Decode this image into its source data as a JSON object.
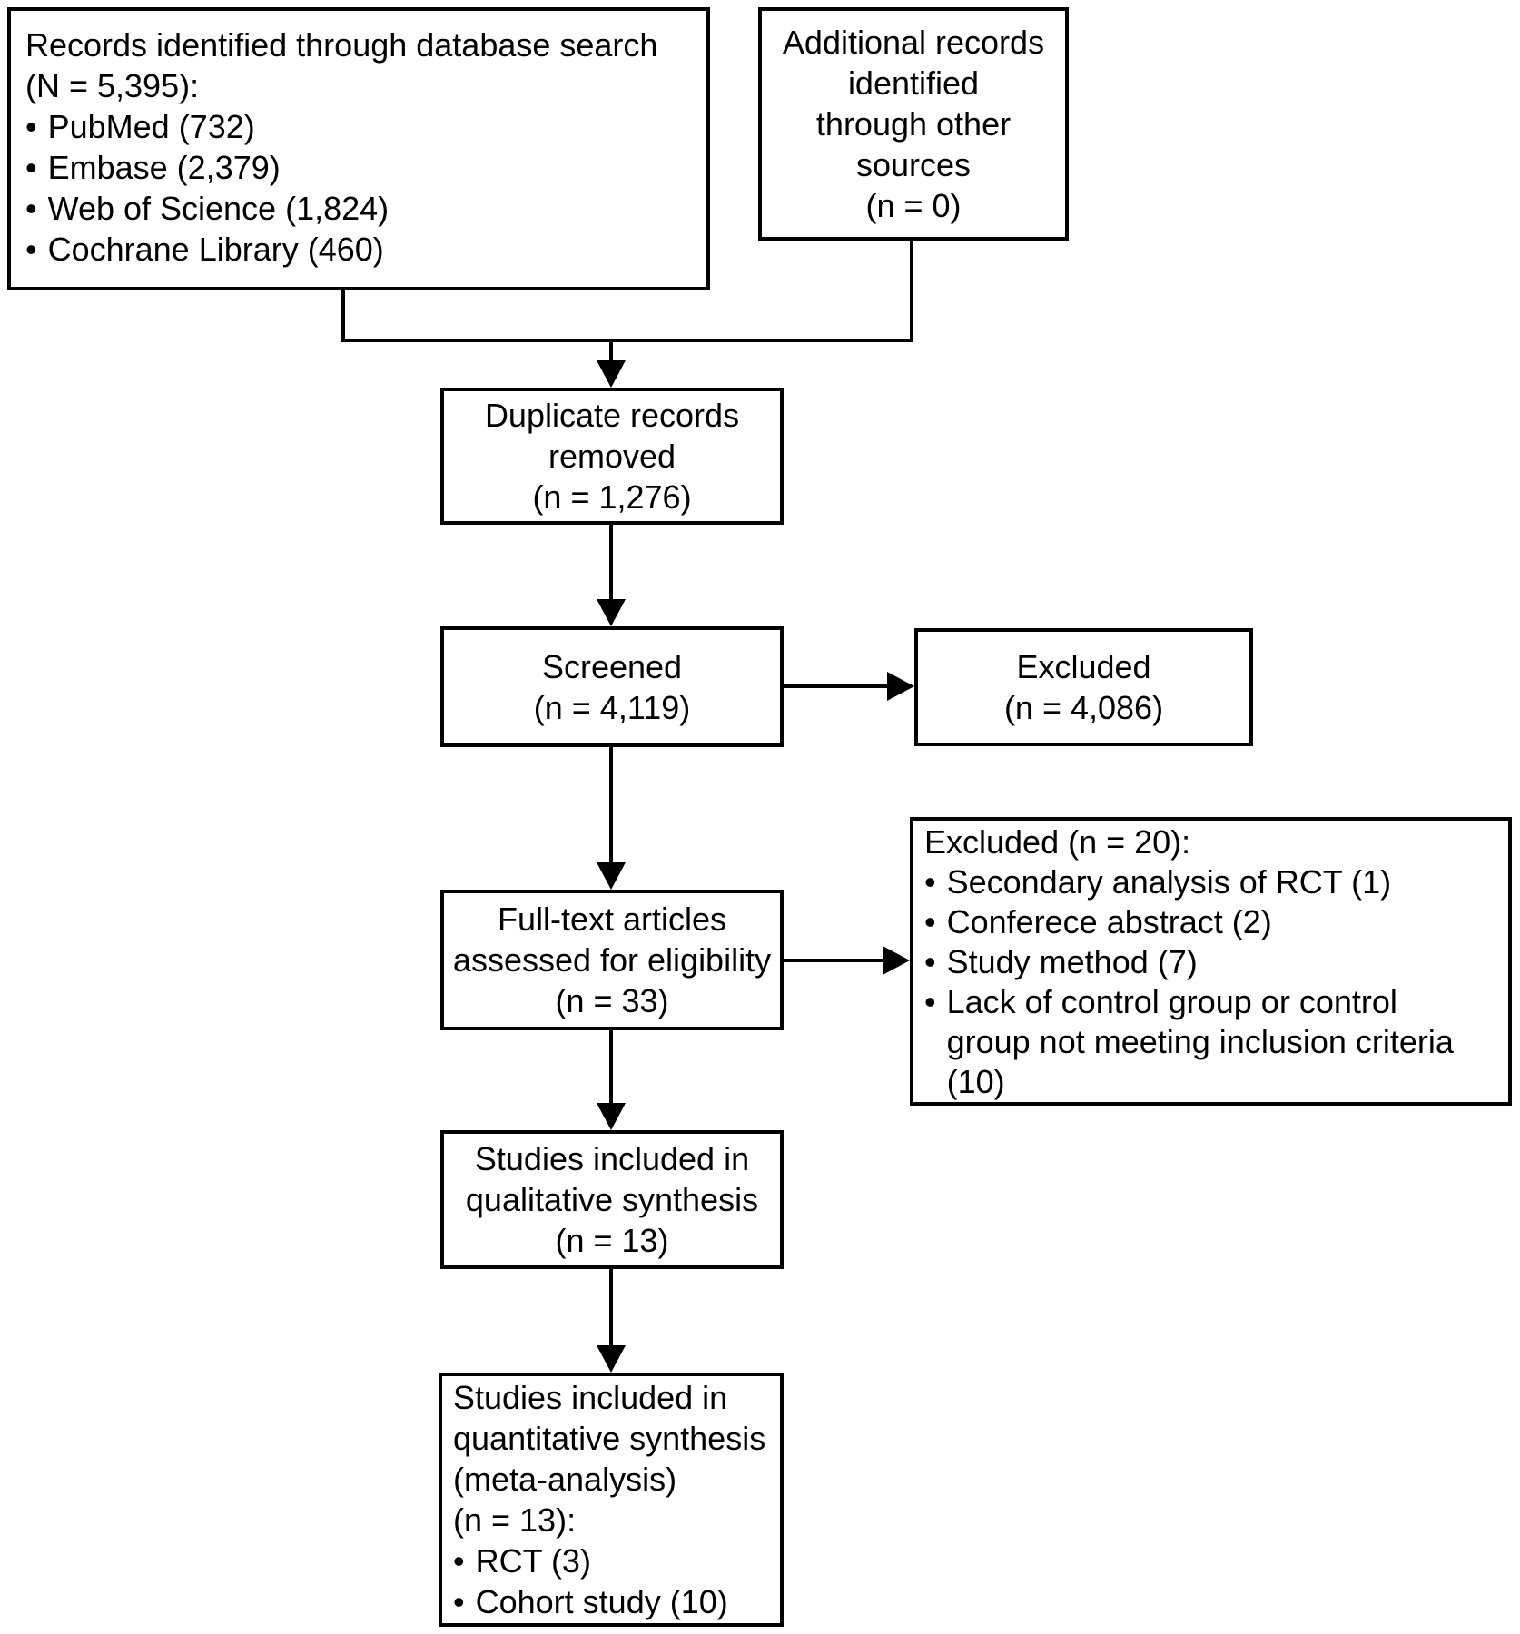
{
  "bullet_char": "•",
  "colors": {
    "background": "#ffffff",
    "stroke": "#000000",
    "text": "#000000"
  },
  "boxes": {
    "records_db": {
      "lines": [
        "Records identified through database search",
        "(N = 5,395):"
      ],
      "bullets": [
        "PubMed (732)",
        "Embase (2,379)",
        "Web of Science (1,824)",
        "Cochrane Library (460)"
      ]
    },
    "records_other": {
      "lines": [
        "Additional records",
        "identified",
        "through other",
        "sources",
        "(n = 0)"
      ]
    },
    "duplicates_removed": {
      "lines": [
        "Duplicate records",
        "removed",
        "(n = 1,276)"
      ]
    },
    "screened": {
      "lines": [
        "Screened",
        "(n = 4,119)"
      ]
    },
    "excluded_screening": {
      "lines": [
        "Excluded",
        "(n = 4,086)"
      ]
    },
    "fulltext": {
      "lines": [
        "Full-text articles",
        "assessed for eligibility",
        "(n = 33)"
      ]
    },
    "excluded_fulltext": {
      "lines": [
        "Excluded (n = 20):"
      ],
      "bullets": [
        "Secondary analysis of RCT (1)",
        "Conferece abstract (2)",
        "Study method (7)",
        "Lack of control group or control\ngroup not meeting inclusion criteria\n(10)"
      ]
    },
    "qualitative": {
      "lines": [
        "Studies included in",
        "qualitative synthesis",
        "(n = 13)"
      ]
    },
    "quantitative": {
      "lines": [
        "Studies included in",
        "quantitative synthesis",
        "(meta-analysis)",
        "(n = 13):"
      ],
      "bullets": [
        "RCT (3)",
        "Cohort study (10)"
      ]
    }
  },
  "edges": [
    {
      "from": "records_db",
      "to": "duplicates_removed"
    },
    {
      "from": "records_other",
      "to": "duplicates_removed"
    },
    {
      "from": "duplicates_removed",
      "to": "screened"
    },
    {
      "from": "screened",
      "to": "excluded_screening"
    },
    {
      "from": "screened",
      "to": "fulltext"
    },
    {
      "from": "fulltext",
      "to": "excluded_fulltext"
    },
    {
      "from": "fulltext",
      "to": "qualitative"
    },
    {
      "from": "qualitative",
      "to": "quantitative"
    }
  ]
}
